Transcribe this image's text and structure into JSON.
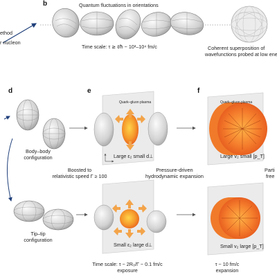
{
  "panels": {
    "b": "b",
    "d": "d",
    "e": "e",
    "f": "f"
  },
  "top_left": {
    "method": "ethod",
    "nucleon": "r nucleon"
  },
  "top": {
    "fluctuations": "Quantum fluctuations in orientations",
    "timescale": "Time scale: τ ≳ ℓ/ħ ~ 10³–10⁴ fm/c",
    "coherent_line1": "Coherent superposition of",
    "coherent_line2": "wavefunctions probed at low ene"
  },
  "middle": {
    "body_body_line1": "Body–body",
    "body_body_line2": "configuration",
    "boosted_line1": "Boosted to",
    "boosted_line2": "relativistic speed Γ ≥ 100",
    "pressure_line1": "Pressure-driven",
    "pressure_line2": "hydrodynamic expansion",
    "qgp_label": "Quark–gluon plasma",
    "large_e2": "Large ε₂ small d⊥",
    "large_v2": "Large v₂ small [p_T]",
    "parti_cut": "Parti",
    "free_cut": "free"
  },
  "bottom": {
    "tip_tip_line1": "Tip–tip",
    "tip_tip_line2": "configuration",
    "small_e2": "Small ε₂ large d⊥",
    "small_v2": "Small v₂ large [p_T]",
    "timescale_line1": "Time scale: τ ~ 2R₀/Γ ~ 0.1 fm/c",
    "timescale_line2": "exposure",
    "tau10_line1": "τ ~ 10 fm/c",
    "tau10_line2": "expansion"
  },
  "colors": {
    "qgp_orange": "#f07a2a",
    "arrow_orange": "#f3a44a",
    "nucleus_grey": "#d9d9d9",
    "panel_grey": "#e9e9e9"
  }
}
